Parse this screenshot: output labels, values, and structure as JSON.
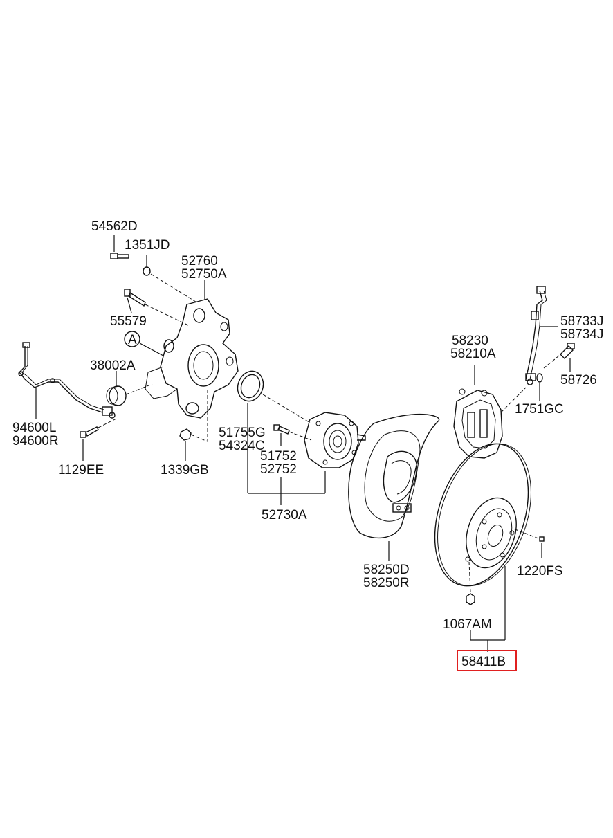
{
  "diagram": {
    "colors": {
      "line": "#111111",
      "highlight": "#e02020",
      "background": "#ffffff"
    },
    "callout_letter": "A",
    "highlighted_part": "58411B",
    "labels": {
      "p54562D": "54562D",
      "p1351JD": "1351JD",
      "p52760": "52760",
      "p52750A": "52750A",
      "p55579": "55579",
      "p38002A": "38002A",
      "p94600L": "94600L",
      "p94600R": "94600R",
      "p1129EE": "1129EE",
      "p1339GB": "1339GB",
      "p51755G": "51755G",
      "p54324C": "54324C",
      "p51752": "51752",
      "p52752": "52752",
      "p52730A": "52730A",
      "p58230": "58230",
      "p58210A": "58210A",
      "p58733J": "58733J",
      "p58734J": "58734J",
      "p58726": "58726",
      "p1751GC": "1751GC",
      "p58250D": "58250D",
      "p58250R": "58250R",
      "p1220FS": "1220FS",
      "p1067AM": "1067AM",
      "p58411B": "58411B"
    }
  }
}
